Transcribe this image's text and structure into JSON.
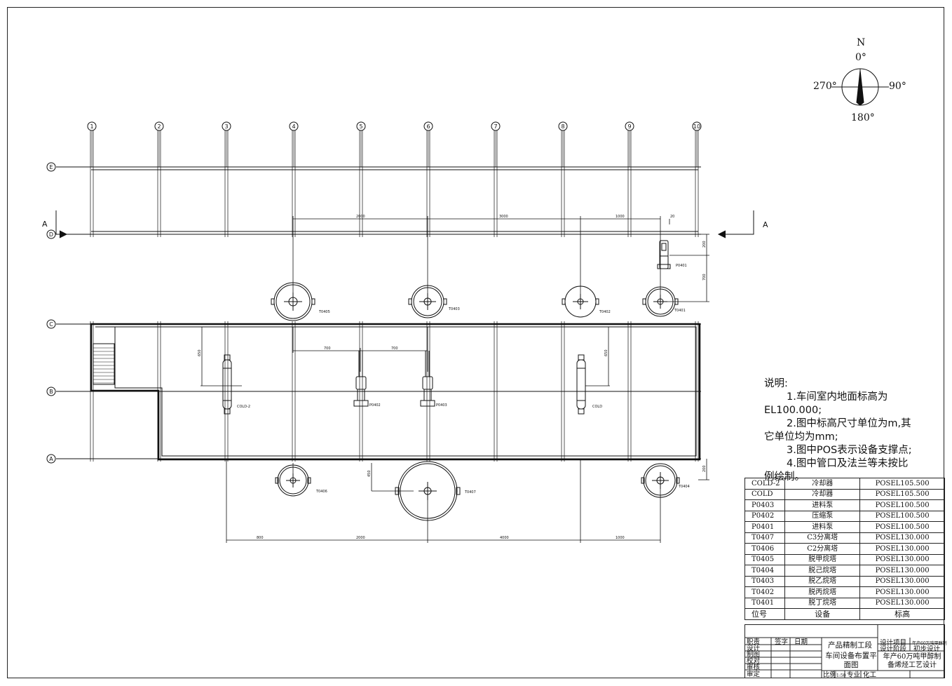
{
  "grid": {
    "columns": [
      "1",
      "2",
      "3",
      "4",
      "5",
      "6",
      "7",
      "8",
      "9",
      "10"
    ],
    "rows": [
      "E",
      "D",
      "C",
      "B",
      "A"
    ],
    "section_mark": "A"
  },
  "compass": {
    "north": "N",
    "deg0": "0°",
    "deg90": "90°",
    "deg180": "180°",
    "deg270": "270°"
  },
  "equipment_tags": {
    "t0405": "T0405",
    "t0403": "T0403",
    "t0402": "T0402",
    "t0401": "T0401",
    "p0401": "P0401",
    "p0402": "P0402",
    "p0403": "P0403",
    "cold2": "COLD-2",
    "cold": "COLD",
    "t0406": "T0406",
    "t0407": "T0407",
    "t0404": "T0404"
  },
  "dimensions": {
    "top_2000": "2000",
    "top_3000": "3000",
    "top_1000": "1000",
    "top_20": "20",
    "right_200a": "200",
    "right_700": "700",
    "right_200b": "200",
    "mid_700a": "700",
    "mid_700b": "700",
    "left_650": "650",
    "right_650": "650",
    "low_450": "450",
    "bot_800": "800",
    "bot_2000": "2000",
    "bot_4000": "4000",
    "bot_1000": "1000"
  },
  "notes": {
    "title": "说明:",
    "n1a": "1.车间室内地面标高为",
    "n1b": "EL100.000;",
    "n2a": "2.图中标高尺寸单位为m,其",
    "n2b": "它单位均为mm;",
    "n3": "3.图中POS表示设备支撑点;",
    "n4a": "4.图中管口及法兰等未按比",
    "n4b": "例绘制。"
  },
  "legend": {
    "rows": [
      {
        "tag": "COLD-2",
        "name": "冷却器",
        "elev": "POSEL105.500"
      },
      {
        "tag": "COLD",
        "name": "冷却器",
        "elev": "POSEL105.500"
      },
      {
        "tag": "P0403",
        "name": "进料泵",
        "elev": "POSEL100.500"
      },
      {
        "tag": "P0402",
        "name": "压缩泵",
        "elev": "POSEL100.500"
      },
      {
        "tag": "P0401",
        "name": "进料泵",
        "elev": "POSEL100.500"
      },
      {
        "tag": "T0407",
        "name": "C3分离塔",
        "elev": "POSEL130.000"
      },
      {
        "tag": "T0406",
        "name": "C2分离塔",
        "elev": "POSEL130.000"
      },
      {
        "tag": "T0405",
        "name": "脱甲烷塔",
        "elev": "POSEL130.000"
      },
      {
        "tag": "T0404",
        "name": "脱己烷塔",
        "elev": "POSEL130.000"
      },
      {
        "tag": "T0403",
        "name": "脱乙烷塔",
        "elev": "POSEL130.000"
      },
      {
        "tag": "T0402",
        "name": "脱丙烷塔",
        "elev": "POSEL130.000"
      },
      {
        "tag": "T0401",
        "name": "脱丁烷塔",
        "elev": "POSEL130.000"
      }
    ],
    "header": {
      "tag": "位号",
      "name": "设备",
      "elev": "标高"
    }
  },
  "title_block": {
    "role1": "职责",
    "sign": "签字",
    "date": "日期",
    "r_design": "设计",
    "r_draw": "制图",
    "r_check": "校对",
    "r_review": "审核",
    "r_approve": "审定",
    "section_name": "产品精制工段",
    "drawing_name": "车间设备布置平面图",
    "project_label": "设计项目",
    "project_small": "年产60万吨甲醇制",
    "stage_label": "设计阶段",
    "stage_value": "初步设计",
    "project_name": "年产60万吨甲醇制备烯烃工艺设计",
    "scale_label": "比例",
    "scale_value": "1:50",
    "major_label": "专业",
    "major_value": "化工"
  },
  "colors": {
    "line": "#111111",
    "background": "#ffffff"
  }
}
